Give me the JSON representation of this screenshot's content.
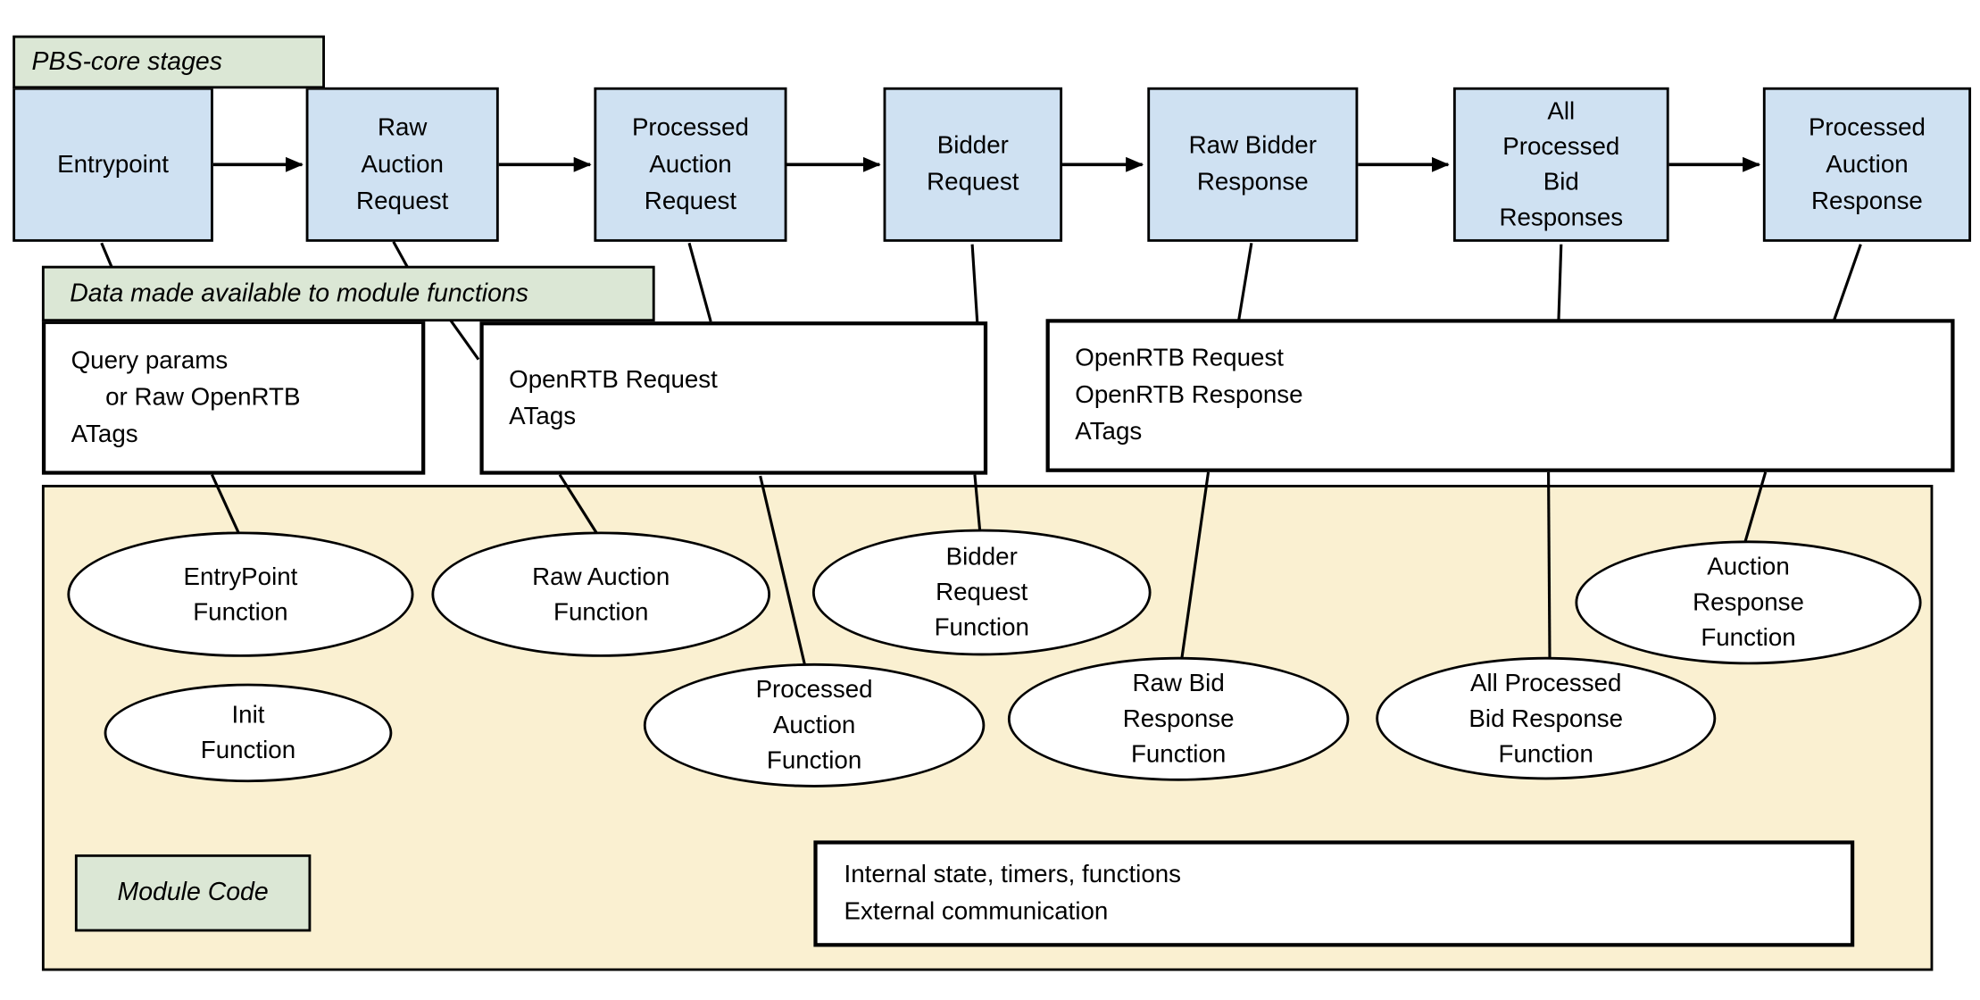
{
  "diagram": {
    "legend": {
      "pbs_core_stages": "PBS-core stages",
      "data_available": "Data made available to module functions",
      "module_code": "Module Code"
    },
    "stages": [
      {
        "label": "Entrypoint"
      },
      {
        "label": "Raw\nAuction\nRequest"
      },
      {
        "label": "Processed\nAuction\nRequest"
      },
      {
        "label": "Bidder\nRequest"
      },
      {
        "label": "Raw Bidder\nResponse"
      },
      {
        "label": "All\nProcessed\nBid\nResponses"
      },
      {
        "label": "Processed\nAuction\nResponse"
      }
    ],
    "data_boxes": [
      {
        "label": "Query params\n     or Raw OpenRTB\nATags"
      },
      {
        "label": "OpenRTB Request\nATags"
      },
      {
        "label": "OpenRTB Request\nOpenRTB Response\nATags"
      }
    ],
    "module_functions": [
      {
        "label": "EntryPoint\nFunction"
      },
      {
        "label": "Raw Auction\nFunction"
      },
      {
        "label": "Bidder\nRequest\nFunction"
      },
      {
        "label": "Auction\nResponse\nFunction"
      },
      {
        "label": "Init\nFunction"
      },
      {
        "label": "Processed\nAuction\nFunction"
      },
      {
        "label": "Raw Bid\nResponse\nFunction"
      },
      {
        "label": "All Processed\nBid Response\nFunction"
      }
    ],
    "internal_box": "Internal state, timers, functions\nExternal communication",
    "colors": {
      "stage_fill": "#cfe1f2",
      "legend_fill": "#dbe7d5",
      "module_fill": "#faf0d1",
      "border": "#000000",
      "background": "#ffffff"
    }
  }
}
